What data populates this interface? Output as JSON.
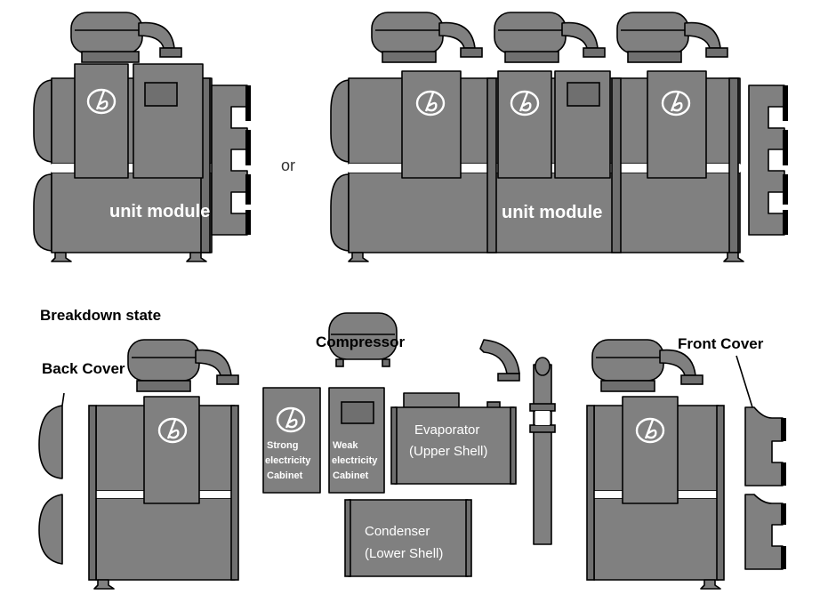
{
  "labels": {
    "or": "or",
    "unit_module": "unit module",
    "breakdown_state": "Breakdown state",
    "back_cover": "Back Cover",
    "front_cover": "Front Cover",
    "compressor": "Compressor",
    "strong_cabinet": [
      "Strong",
      "electricity",
      "Cabinet"
    ],
    "weak_cabinet": [
      "Weak",
      "electricity",
      "Cabinet"
    ],
    "evaporator": [
      "Evaporator",
      "(Upper Shell)"
    ],
    "condenser": [
      "Condenser",
      "(Lower Shell)"
    ]
  },
  "colors": {
    "body": "#808080",
    "dark": "#6f6f6f",
    "outline": "#000000",
    "text_light": "#ffffff",
    "text_dark": "#000000"
  },
  "icons": [
    "brand-logo-icon"
  ]
}
